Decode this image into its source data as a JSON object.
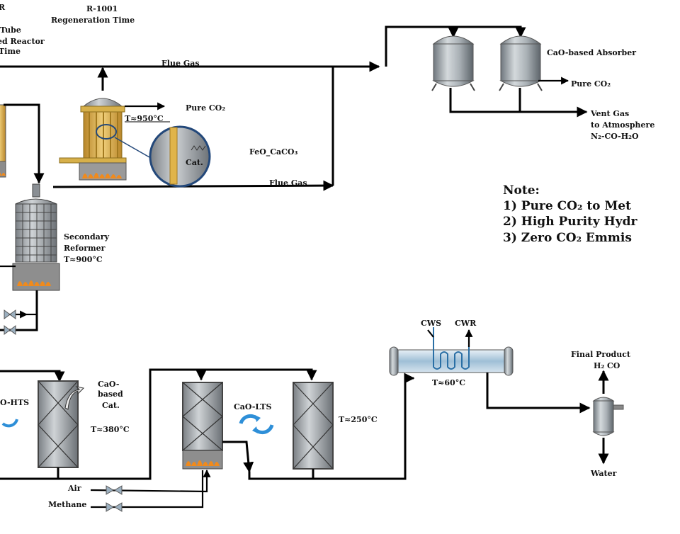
{
  "labels": {
    "r_letter": "R",
    "tube": "Tube",
    "fixed_reactor": "ed Reactor",
    "time_left": "Time",
    "r1001": "R-1001",
    "regen_time": "Regeneration Time",
    "flue_gas_top": "Flue Gas",
    "flue_gas_mid": "Flue Gas",
    "pure_co2_reactor": "Pure CO₂",
    "t950": "T≈950°C",
    "feo_caco3": "FeO_CaCO₃",
    "cat": "Cat.",
    "cao_absorber": "CaO-based Absorber",
    "pure_co2_absorber": "Pure CO₂",
    "vent_gas": "Vent Gas",
    "to_atmosphere": "to Atmosphere",
    "n2_co_h2o": "N₂-CO-H₂O",
    "secondary": "Secondary",
    "reformer": "Reformer",
    "t900": "T≈900°C",
    "hts": "O-HTS",
    "cao_based_1": "CaO-",
    "cao_based_2": "based",
    "cao_based_3": "Cat.",
    "t380": "T≈380°C",
    "lts": "CaO-LTS",
    "t250": "T≈250°C",
    "cws": "CWS",
    "cwr": "CWR",
    "t60": "T≈60°C",
    "final_product": "Final Product",
    "h2co": "H₂ CO",
    "water": "Water",
    "air": "Air",
    "methane": "Methane"
  },
  "note": {
    "title": "Note:",
    "items": [
      "1) Pure CO₂ to Met",
      "2) High Purity Hydr",
      "3) Zero CO₂ Emmis"
    ]
  },
  "colors": {
    "vessel_gray": "#9aa3aa",
    "fire": "#f08a1c",
    "reactor_yellow": "#e0b44a",
    "recycle_blue": "#2e8fd8",
    "exchanger_blue": "#a9c8de"
  }
}
